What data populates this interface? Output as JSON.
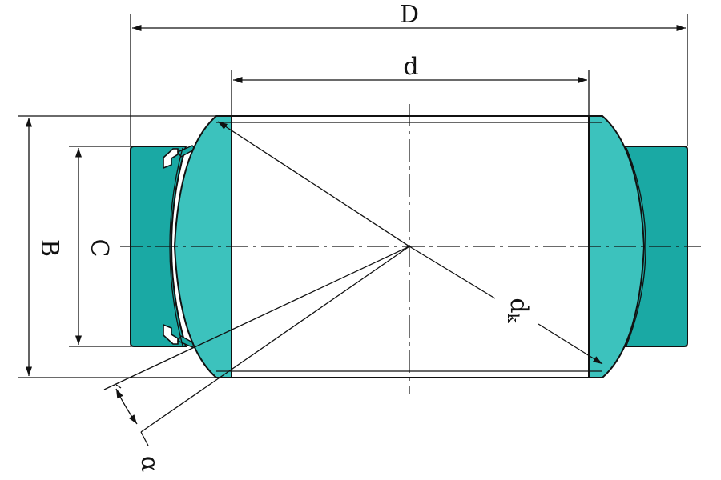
{
  "colors": {
    "part_fill": "#1aa9a4",
    "part_fill_light": "#3cc2bd",
    "outline": "#111111",
    "background": "#ffffff"
  },
  "labels": {
    "D": "D",
    "d": "d",
    "B": "B",
    "C": "C",
    "dk_main": "d",
    "dk_sub": "k",
    "alpha": "α"
  }
}
